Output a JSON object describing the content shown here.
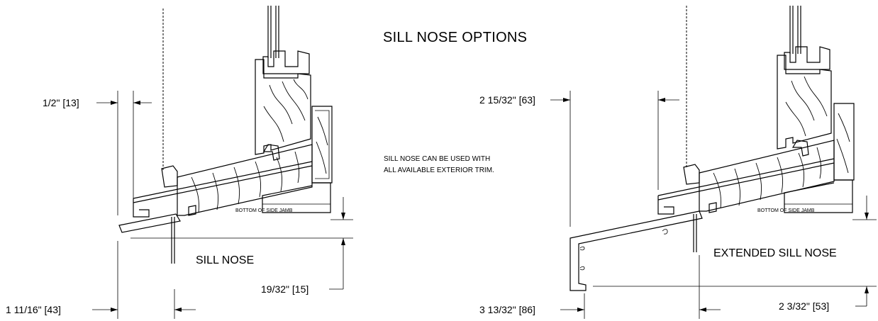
{
  "title": "SILL NOSE OPTIONS",
  "note_lines": [
    "SILL NOSE CAN BE USED WITH",
    "ALL AVAILABLE EXTERIOR TRIM."
  ],
  "left_detail": {
    "name": "SILL NOSE",
    "jamb_label": "BOTTOM OF SIDE JAMB",
    "dims": {
      "top": "1/2\" [13]",
      "bottom": "1 11/16\" [43]",
      "right": "19/32\" [15]"
    }
  },
  "right_detail": {
    "name": "EXTENDED SILL NOSE",
    "jamb_label": "BOTTOM OF SIDE JAMB",
    "dims": {
      "top": "2 15/32\" [63]",
      "bottom": "3 13/32\" [86]",
      "right": "2 3/32\" [53]"
    }
  }
}
